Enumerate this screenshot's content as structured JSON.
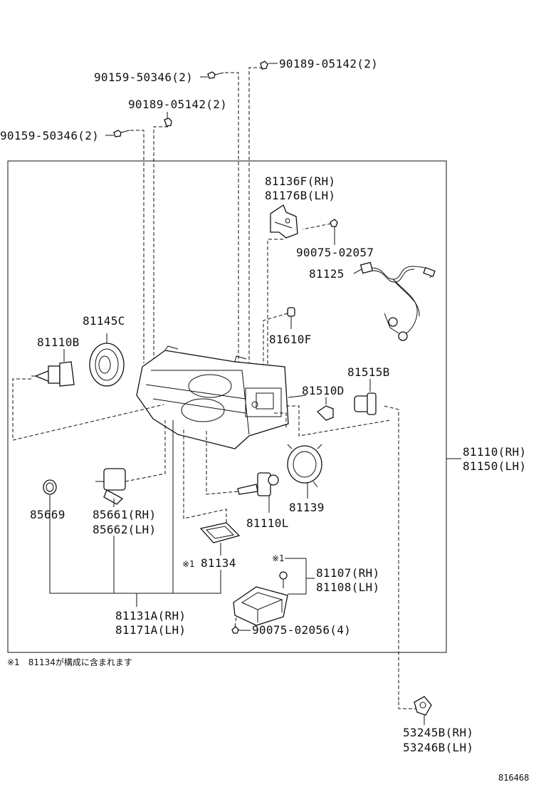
{
  "labels": {
    "bolt_top_right": "90189-05142(2)",
    "screw_top_a": "90159-50346(2)",
    "bolt_mid": "90189-05142(2)",
    "screw_left": "90159-50346(2)",
    "bracket_rh": "81136F(RH)",
    "bracket_lh": "81176B(LH)",
    "screw_bracket": "90075-02057",
    "wire": "81125",
    "bulb_small": "81610F",
    "cover": "81145C",
    "bulb_high": "81110B",
    "socket": "81515B",
    "bulb_side": "81510D",
    "assy_rh": "81110(RH)",
    "assy_lh": "81150(LH)",
    "seal_ring": "85669",
    "motor_rh": "85661(RH)",
    "motor_lh": "85662(LH)",
    "ring_cover": "81139",
    "bulb_low": "81110L",
    "gasket_mark": "※1",
    "gasket": "81134",
    "ballast_mark": "※1",
    "ballast_rh": "81107(RH)",
    "ballast_lh": "81108(LH)",
    "unit_rh": "81131A(RH)",
    "unit_lh": "81171A(LH)",
    "screw_ballast": "90075-02056(4)",
    "footnote": "※1　81134が構成に含まれます",
    "protector_rh": "53245B(RH)",
    "protector_lh": "53246B(LH)",
    "figure_number": "816468"
  }
}
